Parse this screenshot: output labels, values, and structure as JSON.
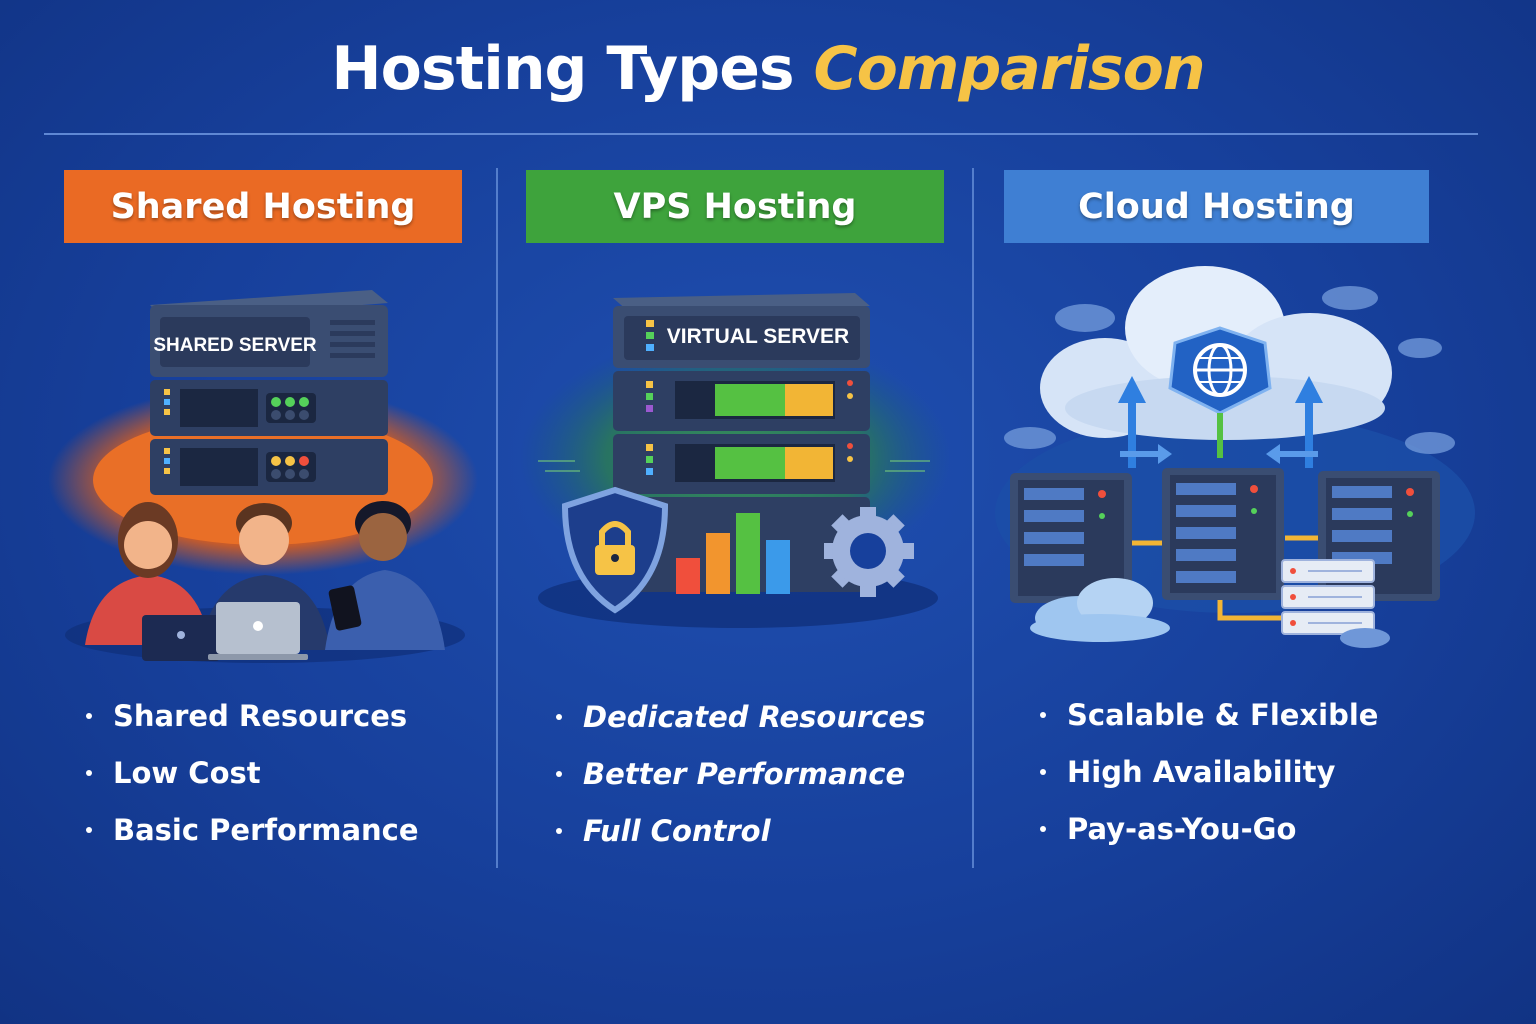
{
  "title": {
    "main": "Hosting Types",
    "accent": "Comparison"
  },
  "colors": {
    "background": "#17409c",
    "accent": "#f6c346",
    "shared": "#ea6a24",
    "vps": "#3ea33c",
    "cloud": "#3f7fd3"
  },
  "columns": [
    {
      "header": "Shared Hosting",
      "server_label": "SHARED SERVER",
      "icons": [
        "shared-server-icon",
        "users-icon",
        "laptop-icon",
        "phone-icon"
      ],
      "bullets": [
        "Shared Resources",
        "Low Cost",
        "Basic Performance"
      ]
    },
    {
      "header": "VPS Hosting",
      "server_label": "VIRTUAL SERVER",
      "icons": [
        "virtual-server-icon",
        "lock-shield-icon",
        "bar-chart-icon",
        "gear-icon"
      ],
      "bullets": [
        "Dedicated Resources",
        "Better Performance",
        "Full Control"
      ]
    },
    {
      "header": "Cloud Hosting",
      "icons": [
        "cloud-icon",
        "globe-icon",
        "server-rack-icon",
        "arrow-icon"
      ],
      "bullets": [
        "Scalable & Flexible",
        "High Availability",
        "Pay-as-You-Go"
      ]
    }
  ]
}
